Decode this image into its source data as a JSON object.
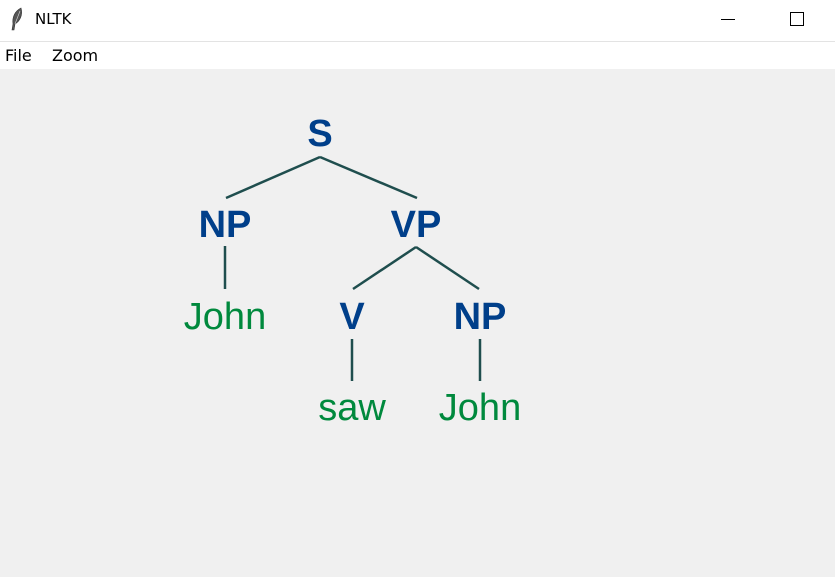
{
  "window": {
    "title": "NLTK",
    "icon": "feather-icon"
  },
  "menubar": {
    "items": [
      "File",
      "Zoom"
    ]
  },
  "tree": {
    "nodes": [
      {
        "id": "s",
        "label": "S",
        "kind": "nonterminal"
      },
      {
        "id": "np1",
        "label": "NP",
        "kind": "nonterminal"
      },
      {
        "id": "vp",
        "label": "VP",
        "kind": "nonterminal"
      },
      {
        "id": "john1",
        "label": "John",
        "kind": "leaf"
      },
      {
        "id": "v",
        "label": "V",
        "kind": "nonterminal"
      },
      {
        "id": "np2",
        "label": "NP",
        "kind": "nonterminal"
      },
      {
        "id": "saw",
        "label": "saw",
        "kind": "leaf"
      },
      {
        "id": "john2",
        "label": "John",
        "kind": "leaf"
      }
    ],
    "colors": {
      "nonterminal": "#003f8a",
      "leaf": "#00893d",
      "edge": "#1f4e4e",
      "background": "#f0f0f0"
    }
  }
}
